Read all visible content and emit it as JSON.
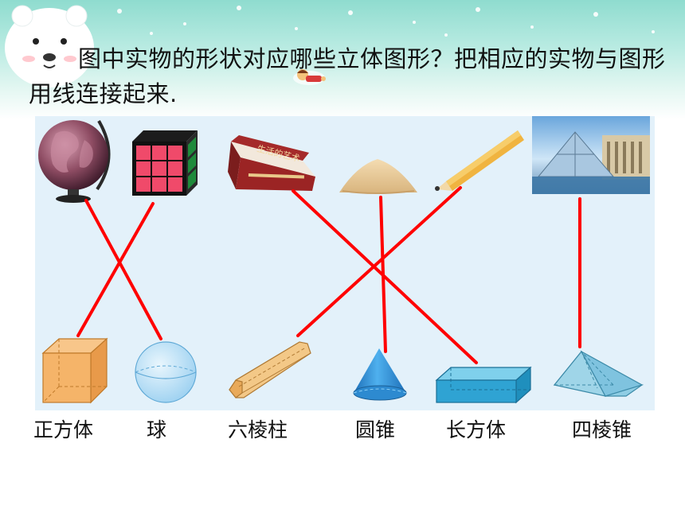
{
  "question": "图中实物的形状对应哪些立体图形？把相应的实物与图形用线连接起来.",
  "book_spine_text": "生活的艺术",
  "shape_labels": [
    "正方体",
    "球",
    "六棱柱",
    "圆锥",
    "长方体",
    "四棱锥"
  ],
  "objects": [
    "globe-icon",
    "rubiks-cube-icon",
    "book-icon",
    "sand-pile-icon",
    "pencil-icon",
    "louvre-pyramid-icon"
  ],
  "shapes": [
    "cube-icon",
    "sphere-icon",
    "hexagonal-prism-icon",
    "cone-icon",
    "cuboid-icon",
    "square-pyramid-icon"
  ],
  "connections": [
    {
      "object": "globe-icon",
      "shape": "sphere-icon"
    },
    {
      "object": "rubiks-cube-icon",
      "shape": "cube-icon"
    },
    {
      "object": "book-icon",
      "shape": "cuboid-icon"
    },
    {
      "object": "sand-pile-icon",
      "shape": "cone-icon"
    },
    {
      "object": "pencil-icon",
      "shape": "hexagonal-prism-icon"
    },
    {
      "object": "louvre-pyramid-icon",
      "shape": "square-pyramid-icon"
    }
  ],
  "colors": {
    "line": "#ff0000",
    "panel": "#e3f1fa",
    "banner": "#8fdccf",
    "cube": "#f5b469",
    "sphere": "#bde3f8",
    "cone": "#2f8fd6",
    "cuboid": "#2fa3d3"
  }
}
